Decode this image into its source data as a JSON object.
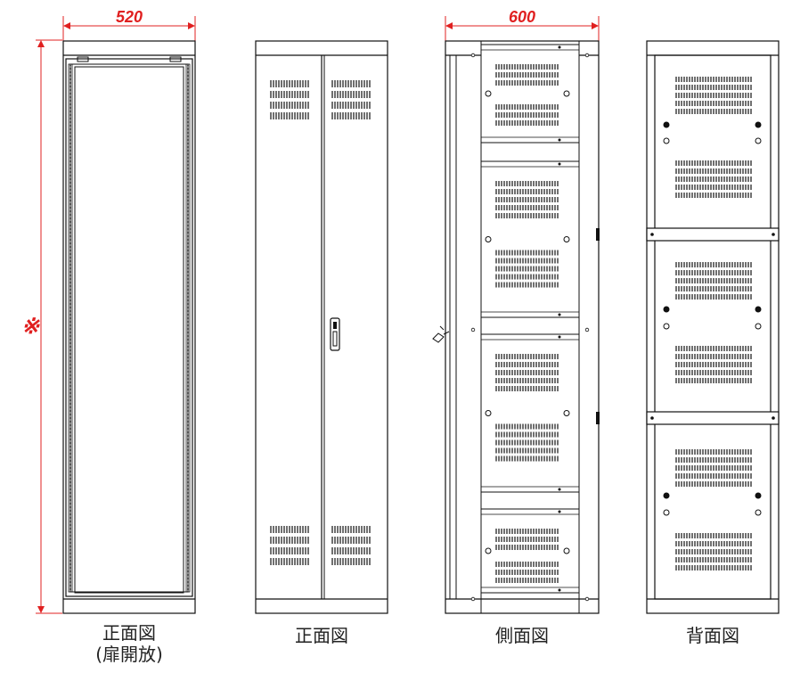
{
  "dimensions": {
    "width_front": "520",
    "width_side": "600",
    "height_mark": "※"
  },
  "captions": {
    "front_open_line1": "正面図",
    "front_open_line2": "(扉開放)",
    "front": "正面図",
    "side": "側面図",
    "back": "背面図"
  },
  "colors": {
    "dimension": "#e02020",
    "line": "#111111",
    "accent": "#e02020"
  }
}
